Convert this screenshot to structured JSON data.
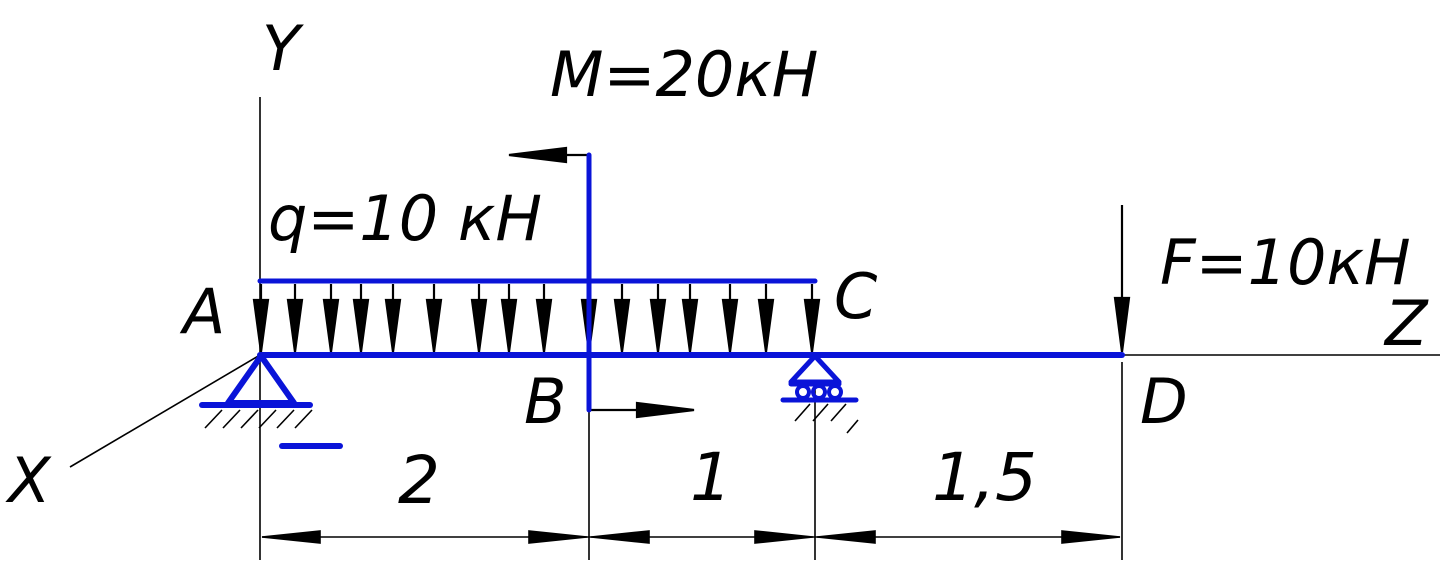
{
  "labels": {
    "axis_y": "Y",
    "axis_z": "Z",
    "axis_x": "X",
    "moment": "M=20кН",
    "dist_load": "q=10 кН",
    "force": "F=10кН",
    "point_a": "A",
    "point_b": "B",
    "point_c": "C",
    "point_d": "D"
  },
  "dimensions": {
    "ab": "2",
    "bc": "1",
    "cd": "1,5"
  },
  "colors": {
    "beam": "#0a14d8",
    "lines": "#000000",
    "background": "#ffffff"
  }
}
